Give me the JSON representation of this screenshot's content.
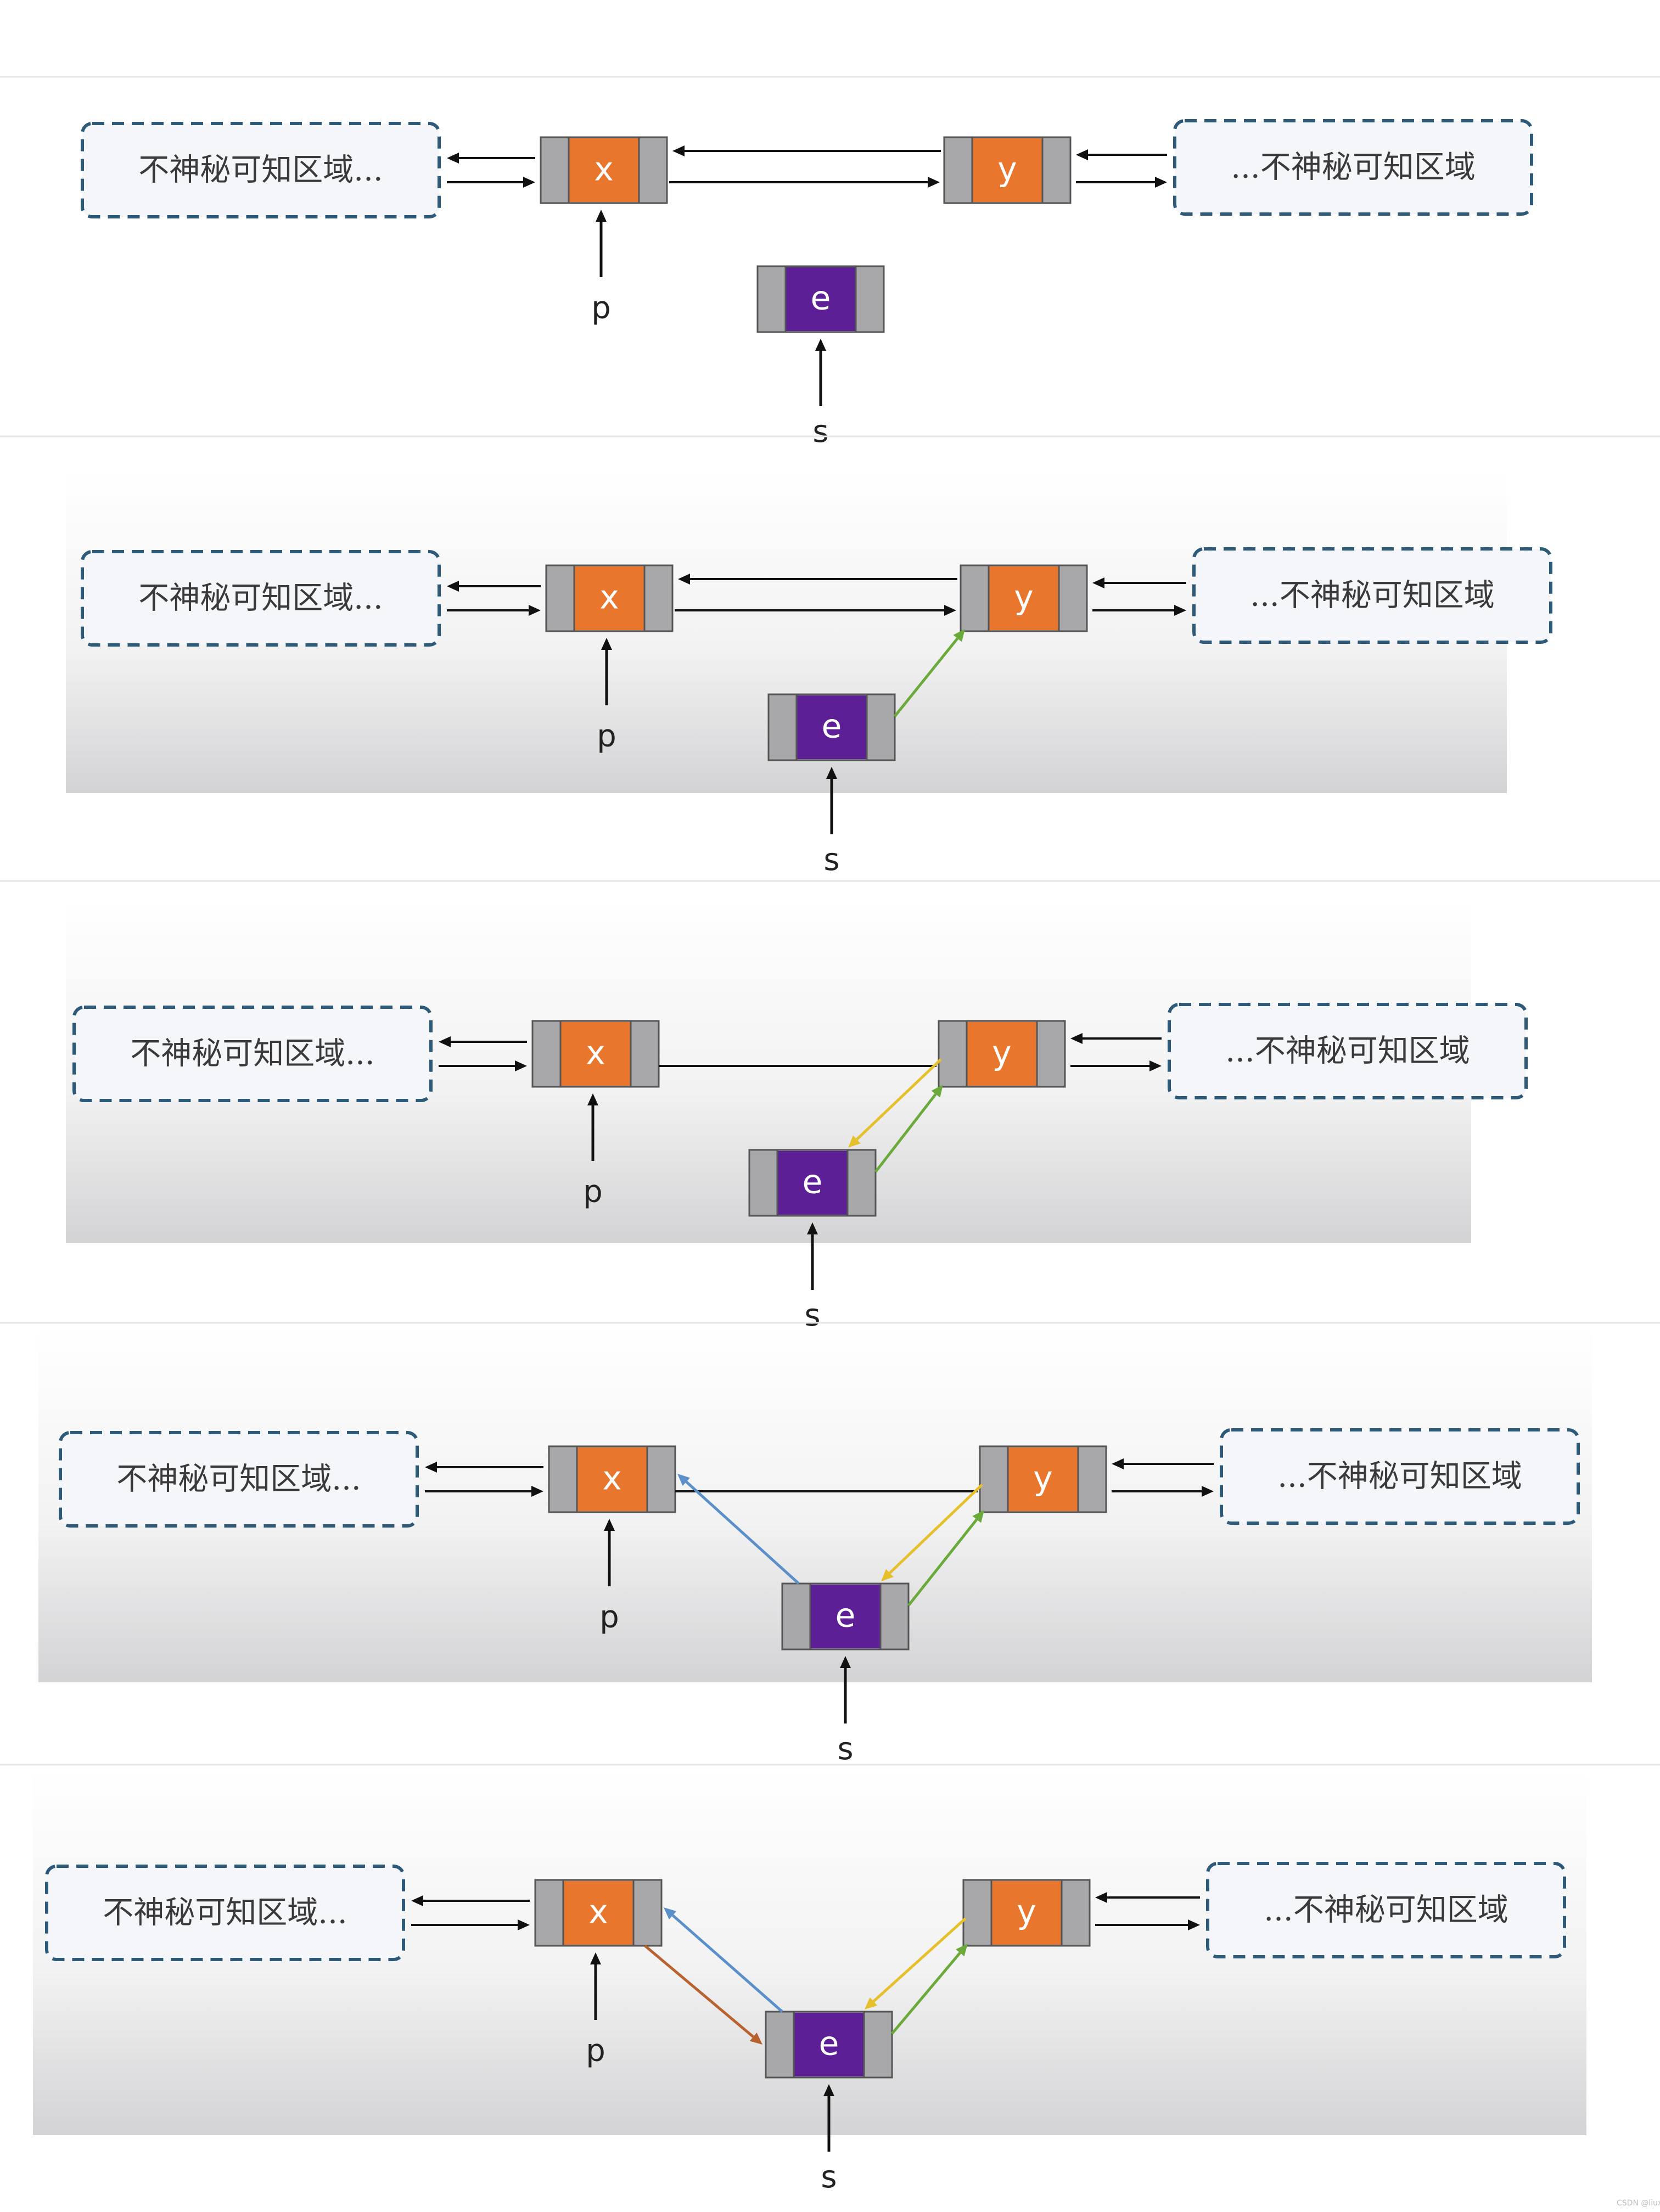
{
  "labels": {
    "left_region": "不神秘可知区域...",
    "right_region": "...不神秘可知区域",
    "node_x": "x",
    "node_y": "y",
    "node_e": "e",
    "pointer_p": "p",
    "pointer_s": "s",
    "watermark": "CSDN @liuxm"
  },
  "colors": {
    "orange_node": "#e8762d",
    "purple_node": "#5c1f96",
    "grey_cell": "#a8a8ab",
    "dashed_border": "#2e5a7a",
    "region_fill": "#f4f6fa",
    "green_link": "#6aaa3a",
    "yellow_link": "#e6c02a",
    "blue_link": "#5b8fc9",
    "brown_link": "#b8622f",
    "panel_gradient_top": "#ffffff",
    "panel_gradient_bottom": "#d3d3d5"
  },
  "steps": [
    {
      "new_links": []
    },
    {
      "new_links": [
        "e->y"
      ]
    },
    {
      "new_links": [
        "e->y",
        "y->e"
      ]
    },
    {
      "new_links": [
        "e->y",
        "y->e",
        "e->x"
      ]
    },
    {
      "new_links": [
        "e->y",
        "y->e",
        "e->x",
        "x->e"
      ]
    }
  ]
}
